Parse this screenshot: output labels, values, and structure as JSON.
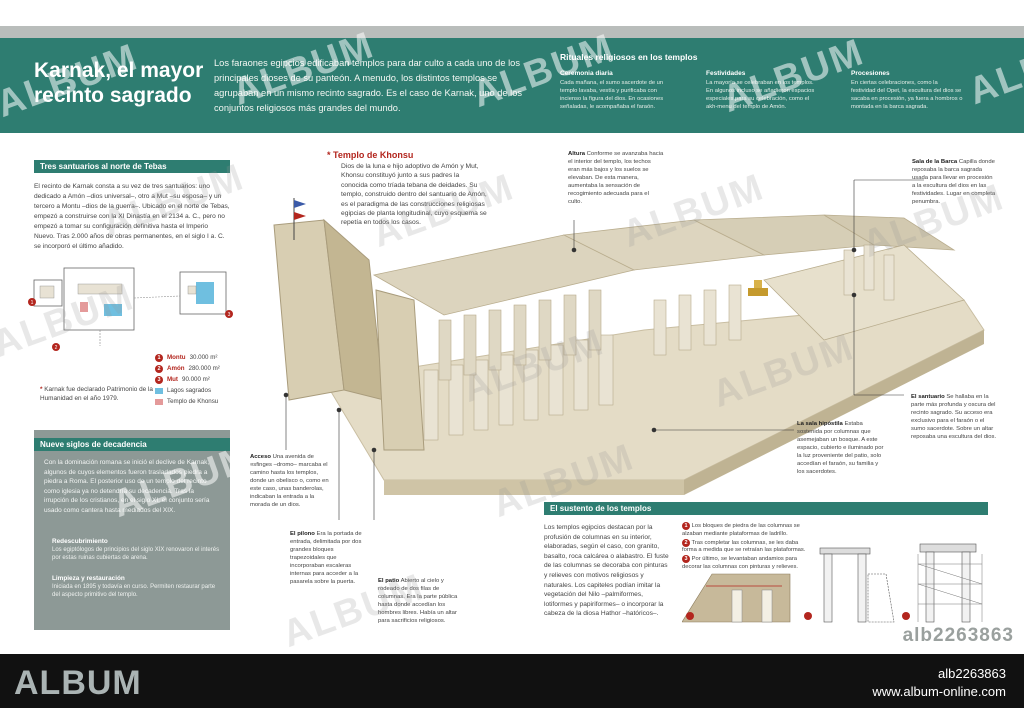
{
  "header": {
    "title": "Karnak, el mayor recinto sagrado",
    "intro": "Los faraones egipcios edificaban templos para dar culto a cada uno de los principales dioses de su panteón. A menudo, los distintos templos se agrupaban en un mismo recinto sagrado. Es el caso de Karnak, uno de los conjuntos religiosos más grandes del mundo.",
    "rituals_title": "Rituales religiosos en los templos",
    "rituals": [
      {
        "title": "Ceremonia diaria",
        "text": "Cada mañana, el sumo sacerdote de un templo lavaba, vestía y purificaba con incienso la figura del dios. En ocasiones señaladas, le acompañaba el faraón."
      },
      {
        "title": "Festividades",
        "text": "La mayoría se celebraban en los templos. En algunos incluso se añadieron espacios especiales para su celebración, como el akh-menu del templo de Amón."
      },
      {
        "title": "Procesiones",
        "text": "En ciertas celebraciones, como la festividad del Opet, la escultura del dios se sacaba en procesión, ya fuera a hombros o montada en la barca sagrada."
      }
    ]
  },
  "sanctuaries": {
    "heading": "Tres santuarios al norte de Tebas",
    "text": "El recinto de Karnak consta a su vez de tres santuarios: uno dedicado a Amón –dios universal–, otro a Mut –su esposa– y un tercero a Montu –dios de la guerra–. Ubicado en el norte de Tebas, empezó a construirse con la XI Dinastía en el 2134 a. C., pero no empezó a tomar su configuración definitiva hasta el Imperio Nuevo. Tras 2.000 años de obras permanentes, en el siglo I a. C. se incorporó el último añadido.",
    "legend": [
      {
        "num": "1",
        "name": "Montu",
        "value": "30.000 m²"
      },
      {
        "num": "2",
        "name": "Amón",
        "value": "280.000 m²"
      },
      {
        "num": "3",
        "name": "Mut",
        "value": "90.000 m²"
      }
    ],
    "legend_swatches": [
      {
        "label": "Lagos sagrados",
        "color": "#6fbfe0"
      },
      {
        "label": "Templo de Khonsu",
        "color": "#e49a9a"
      }
    ],
    "footnote": "Karnak fue declarado Patrimonio de la Humanidad en el año 1979.",
    "footnote_mark": "*"
  },
  "decline": {
    "heading": "Nueve siglos de decadencia",
    "text": "Con la dominación romana se inició el declive de Karnak, algunos de cuyos elementos fueron trasladados piedra a piedra a Roma. El posterior uso de un templo del recinto como iglesia ya no detendría su decadencia. Tras la irrupción de los cristianos, en el siglo XI, el conjunto sería usado como cantera hasta mediados del XIX.",
    "items": [
      {
        "title": "Redescubrimiento",
        "text": "Los egiptólogos de principios del siglo XIX renovaron el interés por estas ruinas cubiertas de arena."
      },
      {
        "title": "Limpieza y restauración",
        "text": "Iniciada en 1895 y todavía en curso. Permiten restaurar parte del aspecto primitivo del templo."
      }
    ]
  },
  "khonsu": {
    "mark": "*",
    "title": "Templo de Khonsu",
    "text": "Dios de la luna e hijo adoptivo de Amón y Mut, Khonsu constituyó junto a sus padres la conocida como tríada tebana de deidades. Su templo, construido dentro del santuario de Amón, es el paradigma de las construcciones religiosas egipcias de planta longitudinal, cuyo esquema se repetía en todos los casos."
  },
  "callouts": {
    "altura": {
      "title": "Altura",
      "text": "Conforme se avanzaba hacia el interior del templo, los techos eran más bajos y los suelos se elevaban. De esta manera, aumentaba la sensación de recogimiento adecuada para el culto."
    },
    "barca": {
      "title": "Sala de la Barca",
      "text": "Capilla donde reposaba la barca sagrada usada para llevar en procesión a la escultura del dios en las festividades. Lugar en completa penumbra."
    },
    "santuario": {
      "title": "El santuario",
      "text": "Se hallaba en la parte más profunda y oscura del recinto sagrado. Su acceso era exclusivo para el faraón o el sumo sacerdote. Sobre un altar reposaba una escultura del dios."
    },
    "hipostila": {
      "title": "La sala hipóstila",
      "text": "Estaba sostenida por columnas que asemejaban un bosque. A este espacio, cubierto e iluminado por la luz proveniente del patio, solo accedían el faraón, su familia y los sacerdotes."
    },
    "acceso": {
      "title": "Acceso",
      "text": "Una avenida de esfinges –dromo– marcaba el camino hasta los templos, donde un obelisco o, como en este caso, unas banderolas, indicaban la entrada a la morada de un dios."
    },
    "pilono": {
      "title": "El pilono",
      "text": "Era la portada de entrada, delimitada por dos grandes bloques trapezoidales que incorporaban escaleras internas para acceder a la pasarela sobre la puerta."
    },
    "patio": {
      "title": "El patio",
      "text": "Abierto al cielo y rodeado de dos filas de columnas. Era la parte pública hasta donde accedían los hombres libres. Había un altar para sacrificios religiosos."
    }
  },
  "support": {
    "heading": "El sustento de los templos",
    "text": "Los templos egipcios destacan por la profusión de columnas en su interior, elaboradas, según el caso, con granito, basalto, roca calcárea o alabastro. El fuste de las columnas se decoraba con pinturas y relieves con motivos religiosos y naturales. Los capiteles podían imitar la vegetación del Nilo –palmiformes, lotiformes y papiriformes– o incorporar la cabeza de la diosa Hathor –hatóricos–.",
    "steps": [
      {
        "num": "1",
        "text": "Los bloques de piedra de las columnas se alzaban mediante plataformas de ladrillo."
      },
      {
        "num": "2",
        "text": "Tras completar las columnas, se les daba forma a medida que se retraían las plataformas."
      },
      {
        "num": "3",
        "text": "Por último, se levantaban andamios para decorar las columnas con pinturas y relieves."
      }
    ]
  },
  "watermarks": [
    "ALBUM",
    "ALBUM",
    "ALBUM",
    "ALBUM",
    "ALBUM",
    "ALBUM",
    "ALBUM",
    "ALBUM",
    "ALBUM",
    "ALBUM",
    "ALBUM",
    "ALBUM",
    "ALBUM",
    "ALBUM",
    "ALB"
  ],
  "album_id": "alb2263863",
  "footer": {
    "logo": "ALBUM",
    "id": "alb2263863",
    "url": "www.album-online.com"
  },
  "colors": {
    "teal": "#2e7d71",
    "red": "#b3261e",
    "panel": "#8d9996"
  }
}
